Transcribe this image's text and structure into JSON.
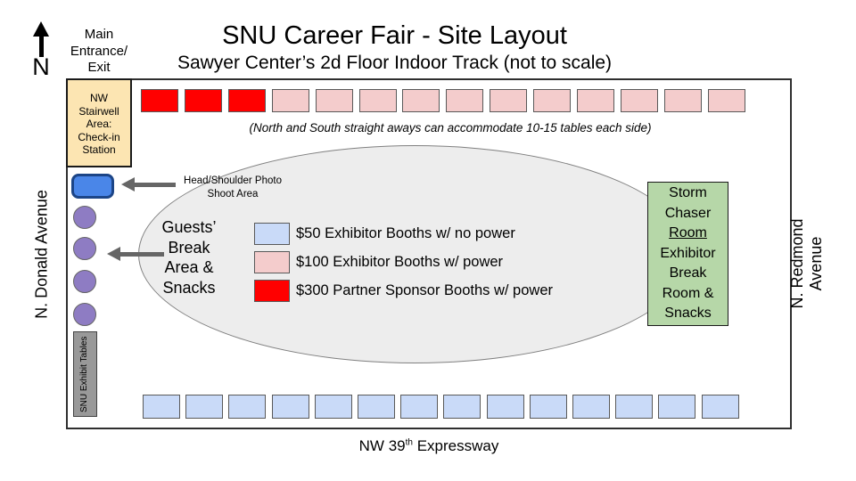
{
  "title": "SNU Career Fair - Site Layout",
  "subtitle": "Sawyer Center’s 2d Floor Indoor Track (not to scale)",
  "compass": {
    "label": "N"
  },
  "entrance": {
    "line1": "Main",
    "line2": "Entrance/",
    "line3": "Exit"
  },
  "checkin_station": {
    "label": "NW Stairwell Area: Check-in Station",
    "fill": "#fce5b2"
  },
  "track_note": "(North and South straight aways can accommodate 10-15 tables each side)",
  "streets": {
    "west": "N. Donald Avenue",
    "east": "N. Redmond Avenue",
    "south_prefix": "NW 39",
    "south_sup": "th",
    "south_suffix": " Expressway"
  },
  "photo_area": {
    "label": "Head/Shoulder Photo Shoot Area",
    "fill": "#4a86e8"
  },
  "guest_break": {
    "label": "Guests’ Break Area & Snacks"
  },
  "storm_room": {
    "fill": "#b6d7a8",
    "lines": [
      "Storm",
      "Chaser",
      "Room",
      "Exhibitor",
      "Break",
      "Room &",
      "Snacks"
    ]
  },
  "exhibit_tables": {
    "label": "SNU Exhibit Tables",
    "fill": "#999999"
  },
  "legend": {
    "items": [
      {
        "color": "#c9daf8",
        "label": "$50 Exhibitor Booths w/ no power"
      },
      {
        "color": "#f4cccc",
        "label": "$100 Exhibitor Booths w/ power"
      },
      {
        "color": "#ff0000",
        "label": "$300 Partner Sponsor Booths w/ power"
      }
    ]
  },
  "booth_colors": {
    "sponsor": "#ff0000",
    "power": "#f4cccc",
    "no_power": "#c9daf8"
  },
  "booths": {
    "north": [
      "sponsor",
      "sponsor",
      "sponsor",
      "power",
      "power",
      "power",
      "power",
      "power",
      "power",
      "power",
      "power",
      "power",
      "power",
      "power"
    ],
    "south": [
      "no_power",
      "no_power",
      "no_power",
      "no_power",
      "no_power",
      "no_power",
      "no_power",
      "no_power",
      "no_power",
      "no_power",
      "no_power",
      "no_power",
      "no_power",
      "no_power"
    ]
  }
}
